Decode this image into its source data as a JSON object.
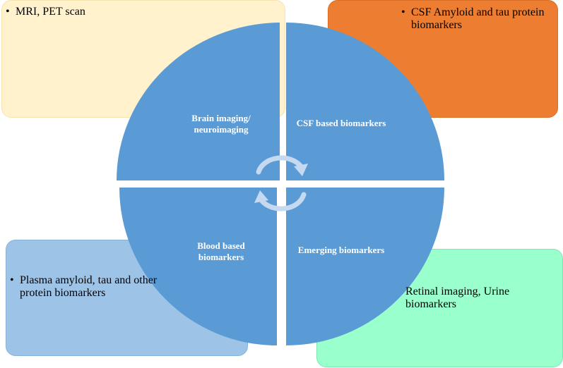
{
  "quadrants": {
    "top_left": "Brain imaging/ neuroimaging",
    "top_right": "CSF based biomarkers",
    "bottom_left": "Blood based biomarkers",
    "bottom_right": "Emerging biomarkers"
  },
  "quadrant_lines": {
    "top_left": [
      "Brain imaging/",
      "neuroimaging"
    ],
    "bottom_left": [
      "Blood based",
      "biomarkers"
    ]
  },
  "cards": {
    "top_left": {
      "bullet": "•",
      "lines": [
        "MRI, PET scan"
      ]
    },
    "top_right": {
      "bullet": "•",
      "lines": [
        "CSF Amyloid  and tau protein",
        "biomarkers"
      ]
    },
    "bottom_left": {
      "bullet": "•",
      "lines": [
        "Plasma amyloid,  tau and other",
        "protein biomarkers"
      ]
    },
    "bottom_right": {
      "bullet": "",
      "lines": [
        "Retinal  imaging,  Urine",
        "biomarkers"
      ]
    }
  },
  "colors": {
    "circle": "#5b9bd5",
    "card_top_left": "#fff2cc",
    "card_top_right": "#ed7d31",
    "card_bottom_left": "#9dc3e6",
    "card_bottom_right": "#99ffcc",
    "arrows": "#c5d9f1"
  }
}
